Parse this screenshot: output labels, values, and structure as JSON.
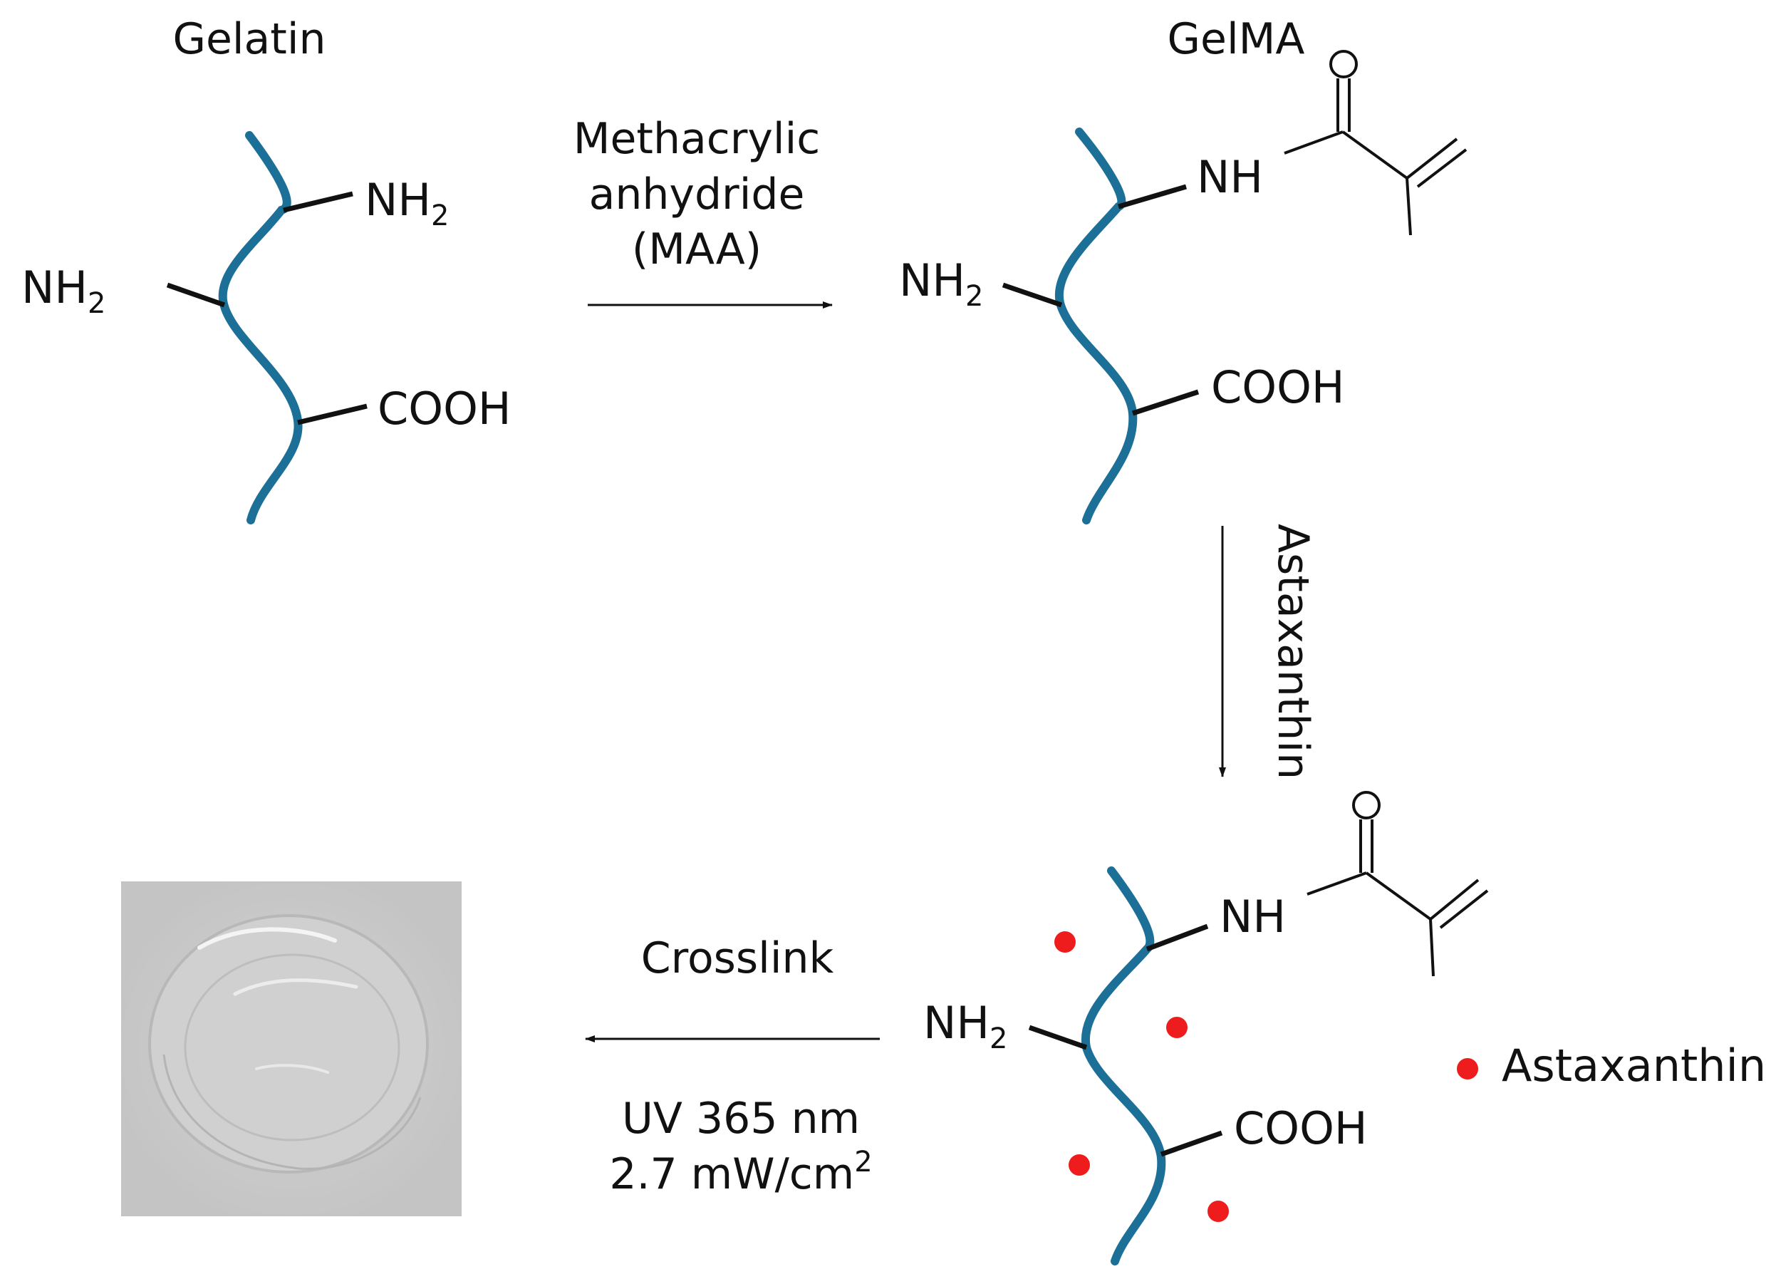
{
  "colors": {
    "chain": "#1c6f97",
    "bond": "#111111",
    "astaxanthin_dot": "#ee1c1c",
    "photo_background": "#c9c9c9"
  },
  "gelatin": {
    "title": "Gelatin",
    "nh2_right": "NH",
    "nh2_right_sub": "2",
    "nh2_left": "NH",
    "nh2_left_sub": "2",
    "cooh": "COOH"
  },
  "step1": {
    "reagent_line1": "Methacrylic",
    "reagent_line2": "anhydride",
    "reagent_line3": "(MAA)"
  },
  "gelma": {
    "title": "GelMA",
    "nh": "NH",
    "nh2": "NH",
    "nh2_sub": "2",
    "cooh": "COOH"
  },
  "step2": {
    "reagent": "Astaxanthin"
  },
  "loaded": {
    "nh": "NH",
    "nh2": "NH",
    "nh2_sub": "2",
    "cooh": "COOH",
    "legend_label": "Astaxanthin"
  },
  "step3": {
    "label_top": "Crosslink",
    "condition_line1": "UV 365 nm",
    "condition_line2_main": "2.7 mW/cm",
    "condition_line2_sup": "2"
  }
}
